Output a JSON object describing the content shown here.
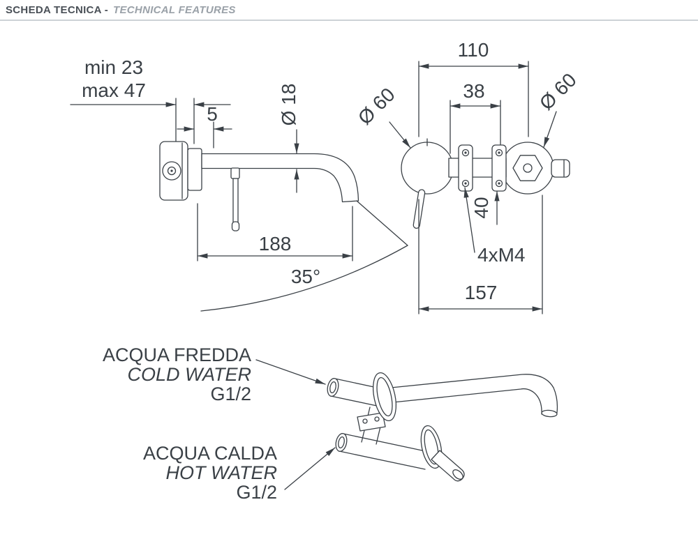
{
  "header": {
    "title_it": "SCHEDA TECNICA -",
    "title_en": "TECHNICAL FEATURES"
  },
  "side_view": {
    "wall_depth_min": "min 23",
    "wall_depth_max": "max 47",
    "plate_offset": "5",
    "spout_diameter": "Ø 18",
    "spout_reach": "188",
    "swivel_angle": "35°"
  },
  "front_view": {
    "centers_distance": "110",
    "bracket_spacing": "38",
    "left_escutcheon_diameter": "Ø 60",
    "right_escutcheon_diameter": "Ø 60",
    "screw_spacing": "40",
    "screws_label": "4xM4",
    "overall_width": "157"
  },
  "connections": {
    "cold": {
      "label_it": "ACQUA FREDDA",
      "label_en": "COLD WATER",
      "thread": "G1/2"
    },
    "hot": {
      "label_it": "ACQUA CALDA",
      "label_en": "HOT WATER",
      "thread": "G1/2"
    }
  }
}
